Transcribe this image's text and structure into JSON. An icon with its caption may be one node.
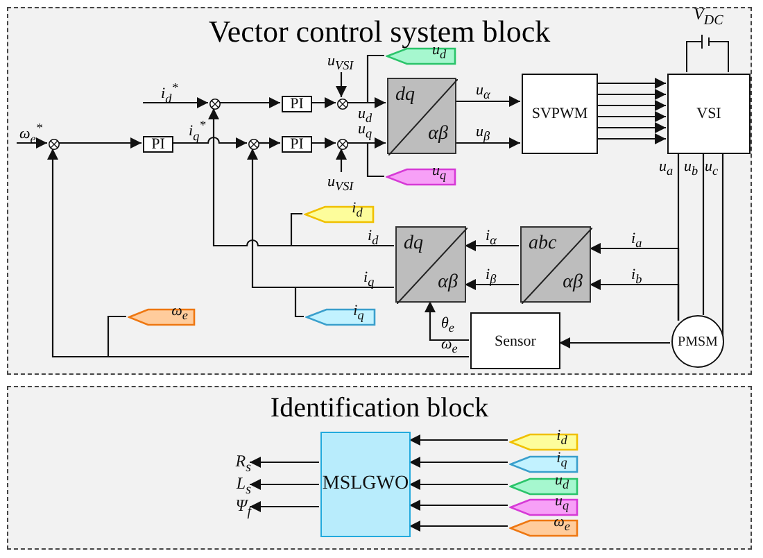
{
  "diagram": {
    "nodes": [
      {
        "text": [
          "Vector control system block"
        ]
      },
      {
        "text": [],
        "shape": "circle",
        "in": 0
      },
      {
        "text": [
          "PI"
        ],
        "in": 0
      },
      {
        "text": [],
        "shape": "circle",
        "in": 0
      },
      {
        "text": [
          "PI"
        ],
        "in": 0
      },
      {
        "text": [],
        "shape": "circle",
        "in": 0
      },
      {
        "text": [],
        "shape": "circle",
        "in": 0
      },
      {
        "text": [
          "PI"
        ],
        "in": 0
      },
      {
        "text": [],
        "shape": "circle",
        "in": 0
      },
      {
        "text": [
          "dq",
          "αβ"
        ],
        "in": 0
      },
      {
        "text": [
          "SVPWM"
        ],
        "in": 0
      },
      {
        "text": [
          "VSI"
        ],
        "in": 0
      },
      {
        "text": [
          "PMSM"
        ],
        "in": 0
      },
      {
        "text": [
          "Sensor"
        ],
        "in": 0
      },
      {
        "text": [
          "abc",
          "αβ"
        ],
        "in": 0
      },
      {
        "text": [
          "dq",
          "αβ"
        ],
        "in": 0
      },
      {
        "text": [
          "u$_{d}$"
        ],
        "in": 0
      },
      {
        "text": [
          "u$_{q}$"
        ],
        "in": 0
      },
      {
        "text": [
          "i$_{d}$"
        ],
        "in": 0
      },
      {
        "text": [
          "i$_{q}$"
        ],
        "in": 0
      },
      {
        "text": [
          "ω$_{e}$"
        ],
        "in": 0
      },
      {
        "text": [
          "Identification block"
        ]
      },
      {
        "text": [
          "MSLGWO"
        ],
        "in": 21
      },
      {
        "text": [
          "i$_{d}$"
        ],
        "in": 21
      },
      {
        "text": [
          "i$_{q}$"
        ],
        "in": 21
      },
      {
        "text": [
          "u$_{d}$"
        ],
        "in": 21
      },
      {
        "text": [
          "u$_{q}$"
        ],
        "in": 21
      },
      {
        "text": [
          "ω$_{e}$"
        ],
        "in": 21
      },
      {
        "text": [
          "R$_{s}$"
        ],
        "in": 21
      },
      {
        "text": [
          "L$_{s}$"
        ],
        "in": 21
      },
      {
        "text": [
          "Ψ$_{f}$"
        ],
        "in": 21
      }
    ],
    "edges": [
      {
        "from": null,
        "to": 1,
        "arrow": "to",
        "label": "ω$_{e}$$^{*}$"
      },
      {
        "from": 1,
        "to": 2,
        "arrow": "to"
      },
      {
        "from": 2,
        "to": 6,
        "arrow": "to",
        "label": "i$_{q}$$^{*}$"
      },
      {
        "from": null,
        "to": 3,
        "arrow": "to",
        "label": "i$_{d}$$^{*}$"
      },
      {
        "from": 3,
        "to": 4,
        "arrow": "to"
      },
      {
        "from": 4,
        "to": 5,
        "arrow": "to"
      },
      {
        "from": null,
        "to": 5,
        "arrow": "to",
        "label": "u$_{VSI}$"
      },
      {
        "from": 5,
        "to": 9,
        "arrow": "to",
        "label": "u$_{d}$"
      },
      {
        "from": 6,
        "to": 7,
        "arrow": "to"
      },
      {
        "from": 7,
        "to": 8,
        "arrow": "to"
      },
      {
        "from": null,
        "to": 8,
        "arrow": "to",
        "label": "u$_{VSI}$"
      },
      {
        "from": 8,
        "to": 9,
        "arrow": "to",
        "label": "u$_{q}$"
      },
      {
        "from": 9,
        "to": 10,
        "arrow": "to",
        "label": "u$_{α}$"
      },
      {
        "from": 9,
        "to": 10,
        "arrow": "to",
        "label": "u$_{β}$"
      },
      {
        "from": 10,
        "to": 11,
        "arrow": "to"
      },
      {
        "from": 10,
        "to": 11,
        "arrow": "to"
      },
      {
        "from": 10,
        "to": 11,
        "arrow": "to"
      },
      {
        "from": 10,
        "to": 11,
        "arrow": "to"
      },
      {
        "from": 10,
        "to": 11,
        "arrow": "to"
      },
      {
        "from": 10,
        "to": 11,
        "arrow": "to"
      },
      {
        "from": 11,
        "to": 12,
        "arrow": "none",
        "label": "u$_{a}$"
      },
      {
        "from": 11,
        "to": 12,
        "arrow": "none",
        "label": "u$_{b}$"
      },
      {
        "from": 11,
        "to": 12,
        "arrow": "none",
        "label": "u$_{c}$"
      },
      {
        "from": 12,
        "to": 14,
        "arrow": "to",
        "label": "i$_{a}$"
      },
      {
        "from": 12,
        "to": 14,
        "arrow": "to",
        "label": "i$_{b}$"
      },
      {
        "from": 14,
        "to": 15,
        "arrow": "to",
        "label": "i$_{α}$"
      },
      {
        "from": 14,
        "to": 15,
        "arrow": "to",
        "label": "i$_{β}$"
      },
      {
        "from": 12,
        "to": 13,
        "arrow": "to"
      },
      {
        "from": 13,
        "to": 15,
        "arrow": "to",
        "label": "θ$_{e}$"
      },
      {
        "from": 15,
        "to": 3,
        "arrow": "to",
        "label": "i$_{d}$"
      },
      {
        "from": 15,
        "to": 6,
        "arrow": "to",
        "label": "i$_{q}$"
      },
      {
        "from": 13,
        "to": 1,
        "arrow": "to",
        "label": "ω$_{e}$"
      },
      {
        "from": 5,
        "to": 16,
        "arrow": "none"
      },
      {
        "from": 8,
        "to": 17,
        "arrow": "none"
      },
      {
        "from": 15,
        "to": 18,
        "arrow": "none"
      },
      {
        "from": 15,
        "to": 19,
        "arrow": "none"
      },
      {
        "from": 13,
        "to": 20,
        "arrow": "none"
      },
      {
        "from": 23,
        "to": 22,
        "arrow": "to"
      },
      {
        "from": 24,
        "to": 22,
        "arrow": "to"
      },
      {
        "from": 25,
        "to": 22,
        "arrow": "to"
      },
      {
        "from": 26,
        "to": 22,
        "arrow": "to"
      },
      {
        "from": 27,
        "to": 22,
        "arrow": "to"
      },
      {
        "from": 22,
        "to": 28,
        "arrow": "to"
      },
      {
        "from": 22,
        "to": 29,
        "arrow": "to"
      },
      {
        "from": 22,
        "to": 30,
        "arrow": "to"
      }
    ],
    "labels": [
      "V$_{DC}$"
    ]
  }
}
